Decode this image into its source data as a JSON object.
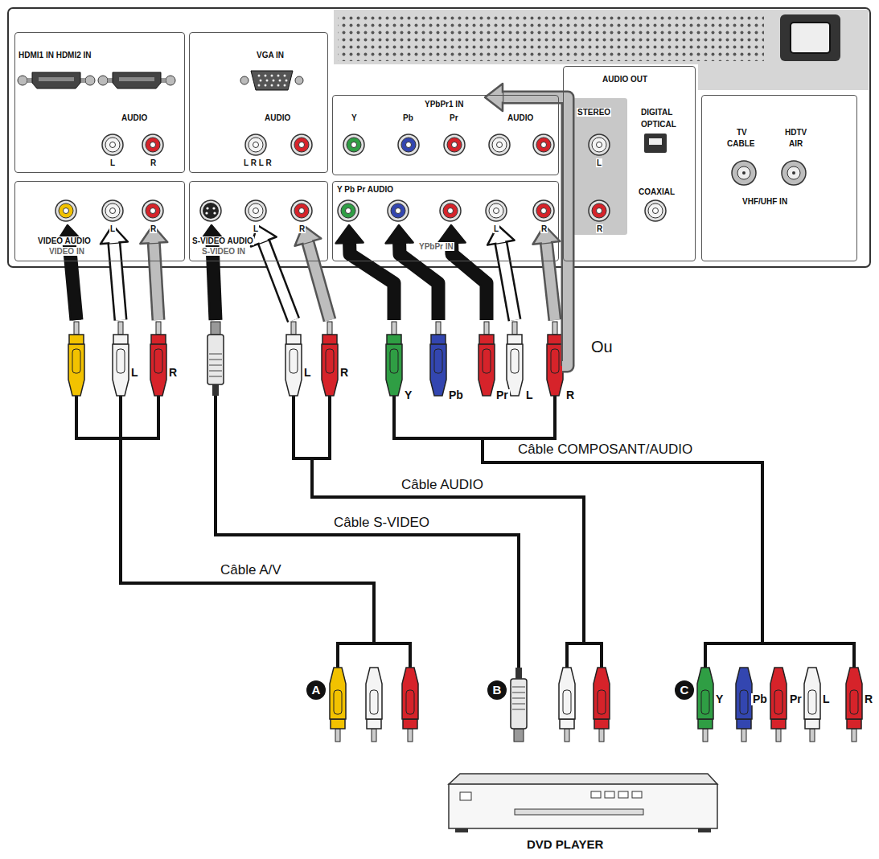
{
  "diagram": {
    "nodes": [
      {
        "text": [
          "HDMI1 IN HDMI2 IN",
          "AUDIO",
          "L",
          "R"
        ]
      },
      {
        "text": [
          "VGA IN",
          "AUDIO",
          "L R L R"
        ]
      },
      {
        "text": [
          "YPbPr1 IN",
          "Y",
          "Pb",
          "Pr",
          "AUDIO"
        ]
      },
      {
        "text": [
          "AUDIO OUT",
          "STEREO",
          "L",
          "R",
          "DIGITAL",
          "OPTICAL",
          "COAXIAL"
        ]
      },
      {
        "text": [
          "TV",
          "CABLE",
          "HDTV",
          "AIR",
          "VHF/UHF IN"
        ]
      },
      {
        "text": [
          "VIDEO AUDIO",
          "VIDEO IN",
          "L",
          "R"
        ]
      },
      {
        "text": [
          "S-VIDEO AUDIO",
          "S-VIDEO IN",
          "L",
          "R"
        ]
      },
      {
        "text": [
          "Y Pb Pr AUDIO",
          "YPbPr IN",
          "L",
          "R"
        ]
      },
      {
        "text": [
          "DVD PLAYER"
        ]
      }
    ],
    "labels": [
      "L",
      "R",
      "L",
      "R",
      "Y",
      "Pb",
      "Pr",
      "L",
      "R",
      "Ou",
      "Câble COMPOSANT/AUDIO",
      "Câble AUDIO",
      "Câble S-VIDEO",
      "Câble A/V",
      "A",
      "B",
      "C",
      "Y",
      "Pb",
      "Pr",
      "L",
      "R"
    ]
  }
}
